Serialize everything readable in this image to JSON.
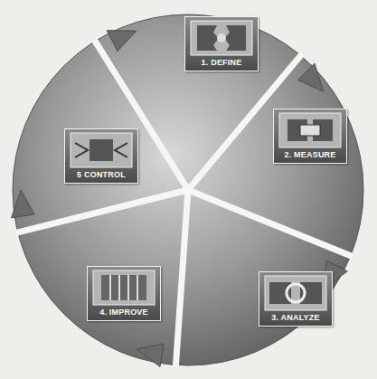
{
  "diagram": {
    "nodes": [
      {
        "text": [
          "1. DEFINE"
        ]
      },
      {
        "text": [
          "2. MEASURE"
        ]
      },
      {
        "text": [
          "3. ANALYZE"
        ]
      },
      {
        "text": [
          "4. IMPROVE"
        ]
      },
      {
        "text": [
          "5 CONTROL"
        ]
      }
    ]
  }
}
